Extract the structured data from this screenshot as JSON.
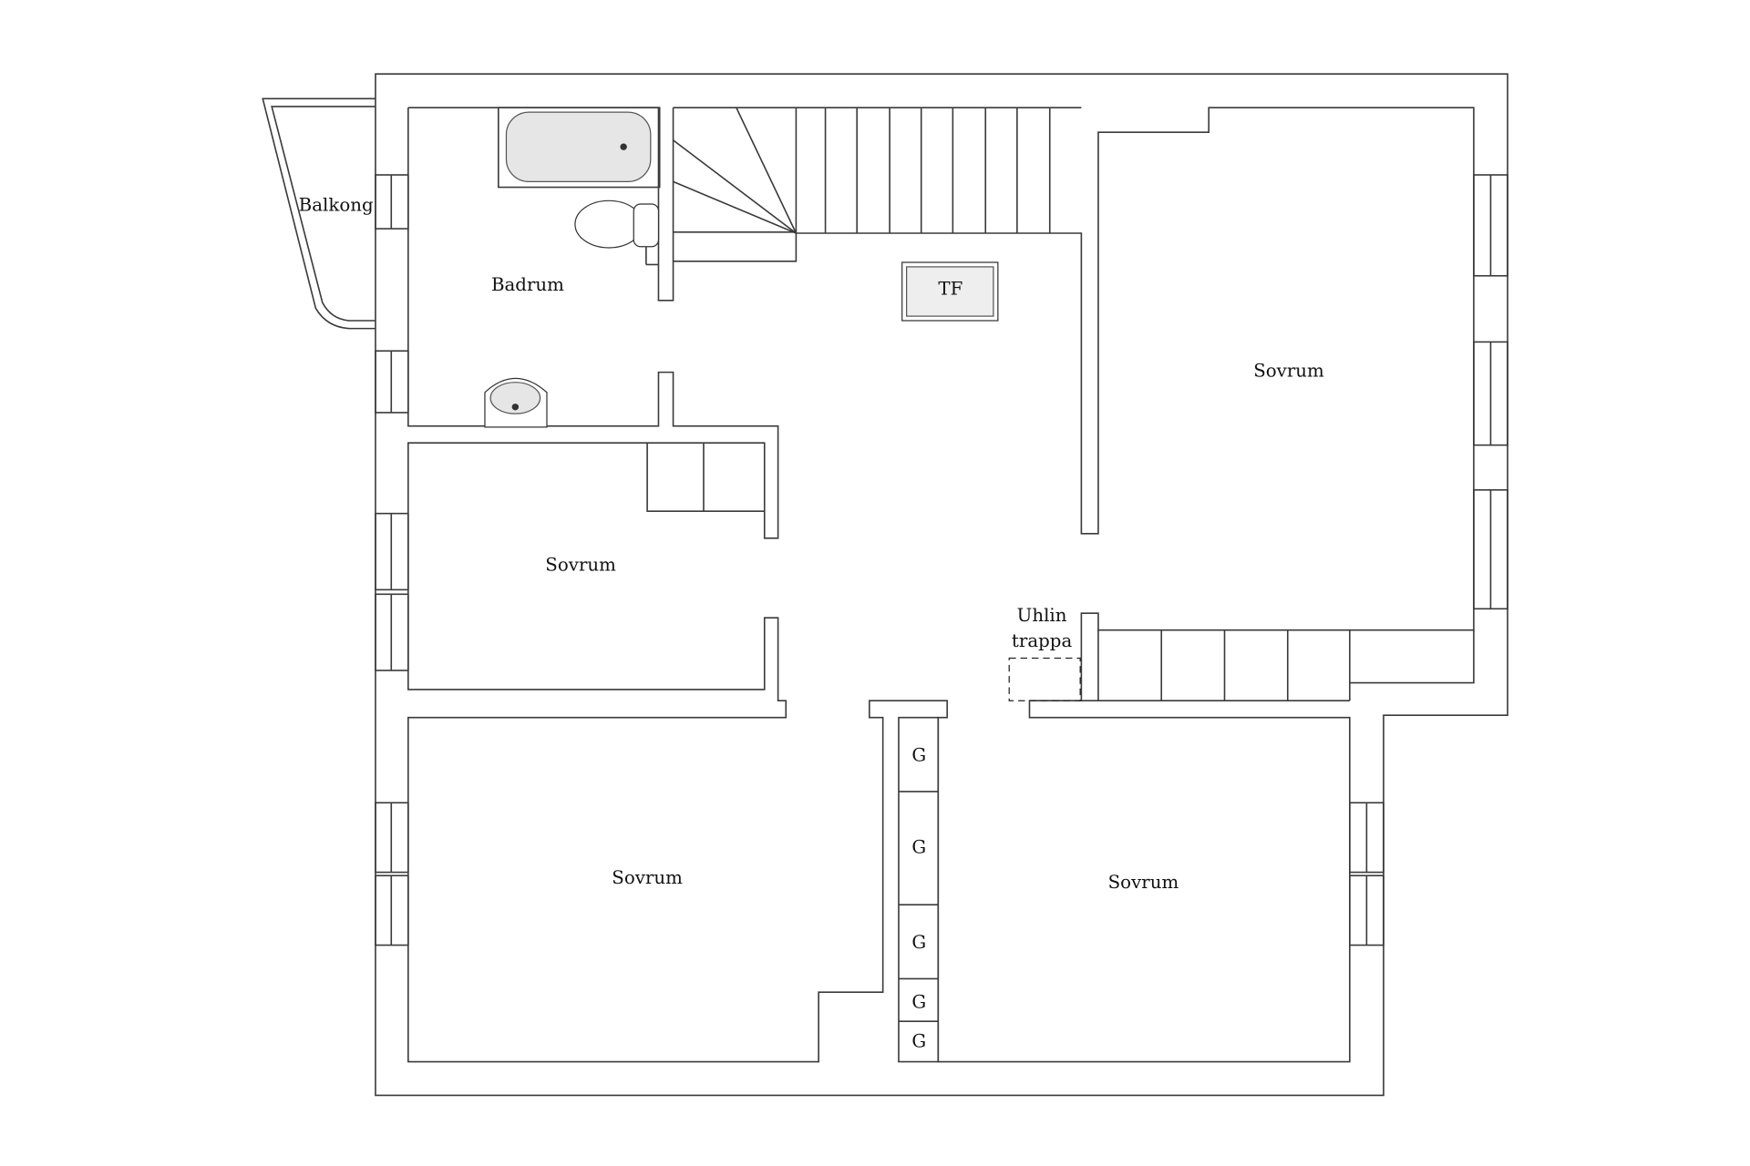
{
  "floorplan": {
    "rooms": {
      "balcony": "Balkong",
      "bathroom": "Badrum",
      "bedroom_top_right": "Sovrum",
      "bedroom_middle_left": "Sovrum",
      "bedroom_bottom_left": "Sovrum",
      "bedroom_bottom_right": "Sovrum"
    },
    "tf_label": "TF",
    "attic_stair_label_1": "Uhlin",
    "attic_stair_label_2": "trappa",
    "wardrobes": [
      "G",
      "G",
      "G",
      "G",
      "G"
    ]
  }
}
